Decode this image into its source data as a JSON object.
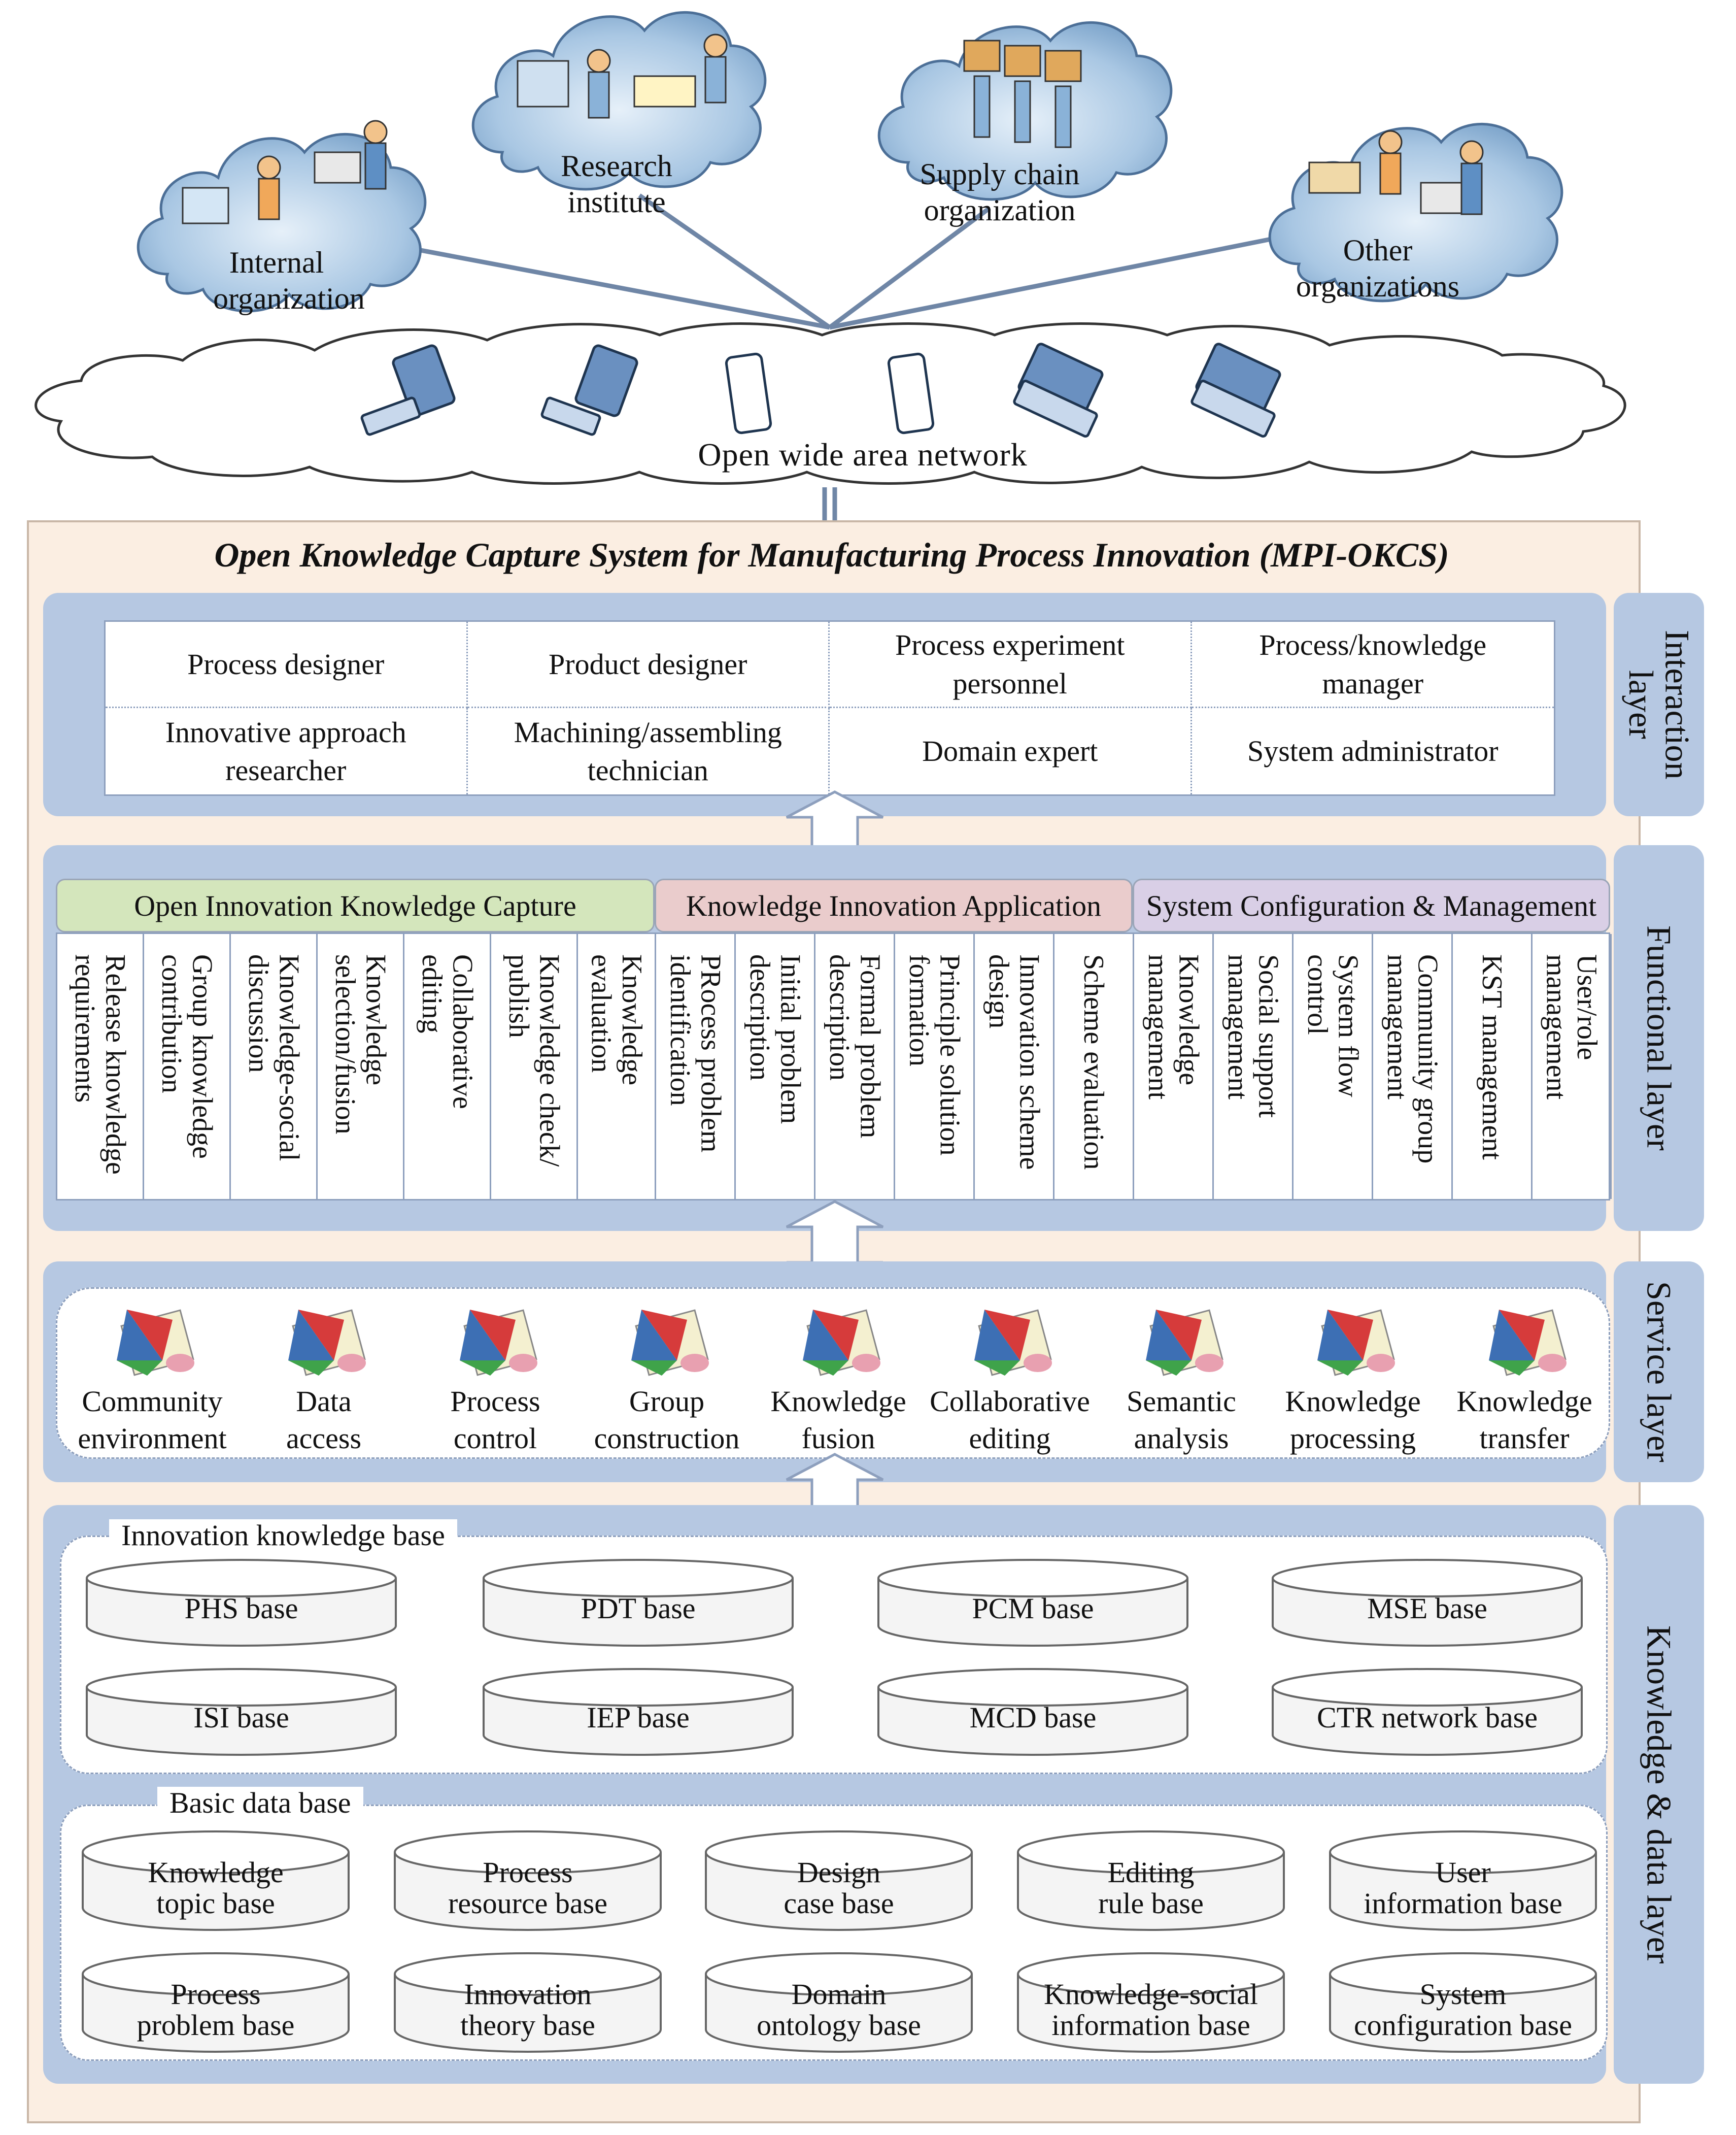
{
  "network": {
    "organizations": [
      {
        "id": "internal",
        "label": "Internal\norganization"
      },
      {
        "id": "research",
        "label": "Research\ninstitute"
      },
      {
        "id": "supply",
        "label": "Supply chain\norganization"
      },
      {
        "id": "other",
        "label": "Other\norganizations"
      }
    ],
    "wan_label": "Open wide area network"
  },
  "system": {
    "title": "Open Knowledge Capture System for Manufacturing Process Innovation (MPI-OKCS)"
  },
  "layers": {
    "interaction": {
      "name": "Interaction\nlayer",
      "roles": [
        "Process designer",
        "Product designer",
        "Process experiment\npersonnel",
        "Process/knowledge\nmanager",
        "Innovative approach\nresearcher",
        "Machining/assembling\ntechnician",
        "Domain expert",
        "System administrator"
      ]
    },
    "functional": {
      "name": "Functional layer",
      "groups": [
        {
          "title": "Open Innovation Knowledge Capture",
          "color": "#d4e6bc",
          "items": [
            "Release knowledge\nrequirements",
            "Group knowledge\ncontribution",
            "Knowledge-social\ndiscussion",
            "Knowledge\nselection/fusion",
            "Collaborative\nediting",
            "Knowledge check/\npublish",
            "Knowledge\nevaluation"
          ]
        },
        {
          "title": "Knowledge Innovation Application",
          "color": "#eacccc",
          "items": [
            "PRocess problem\nidentification",
            "Initial problem\ndescription",
            "Formal problem\ndescription",
            "Principle solution\nformation",
            "Innovation scheme\ndesign",
            "Scheme evaluation"
          ]
        },
        {
          "title": "System Configuration & Management",
          "color": "#d9cfe6",
          "items": [
            "Knowledge\nmanagement",
            "Social support\nmanagement",
            "System flow\ncontrol",
            "Community group\nmanagement",
            "KST management",
            "User/role\nmanagement"
          ]
        }
      ]
    },
    "service": {
      "name": "Service layer",
      "services": [
        "Community\nenvironment",
        "Data\naccess",
        "Process\ncontrol",
        "Group\nconstruction",
        "Knowledge\nfusion",
        "Collaborative\nediting",
        "Semantic\nanalysis",
        "Knowledge\nprocessing",
        "Knowledge\ntransfer"
      ]
    },
    "knowledge": {
      "name": "Knowledge & data layer",
      "innovation_title": "Innovation knowledge base",
      "innovation_bases": [
        "PHS base",
        "PDT base",
        "PCM base",
        "MSE base",
        "ISI base",
        "IEP base",
        "MCD base",
        "CTR network base"
      ],
      "basic_title": "Basic data base",
      "basic_bases": [
        "Knowledge\ntopic base",
        "Process\nresource base",
        "Design\ncase base",
        "Editing\nrule base",
        "User\ninformation base",
        "Process\nproblem base",
        "Innovation\ntheory base",
        "Domain\nontology base",
        "Knowledge-social\ninformation base",
        "System\nconfiguration base"
      ]
    }
  },
  "colors": {
    "layer_bg": "#b6c8e2",
    "system_bg": "#fbeee2",
    "cloud": "#8fb4d6",
    "line": "#6f86a6"
  }
}
